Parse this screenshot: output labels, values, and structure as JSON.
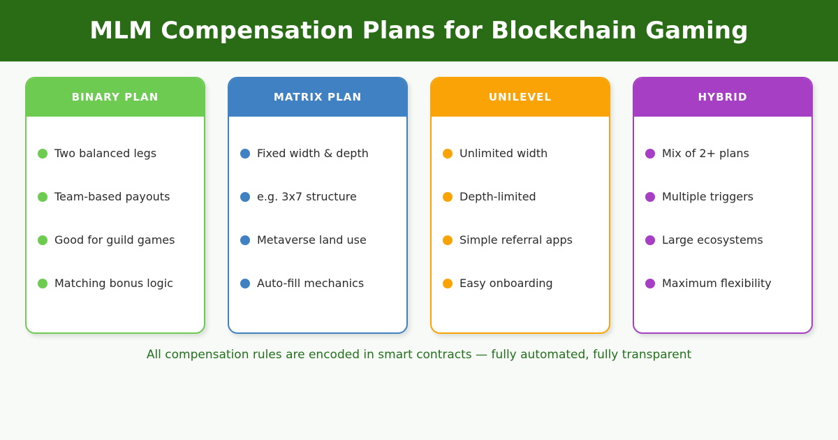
{
  "header": {
    "title": "MLM Compensation Plans for Blockchain Gaming",
    "background_color": "#2a6b16",
    "text_color": "#ffffff"
  },
  "page": {
    "background_color": "#f8faf7"
  },
  "cards": [
    {
      "title": "BINARY PLAN",
      "accent_color": "#6ecb52",
      "items": [
        "Two balanced legs",
        "Team-based payouts",
        "Good for guild games",
        "Matching bonus logic"
      ]
    },
    {
      "title": "MATRIX PLAN",
      "accent_color": "#4081c4",
      "items": [
        "Fixed width & depth",
        "e.g. 3x7 structure",
        "Metaverse land use",
        "Auto-fill mechanics"
      ]
    },
    {
      "title": "UNILEVEL",
      "accent_color": "#faa307",
      "items": [
        "Unlimited width",
        "Depth-limited",
        "Simple referral apps",
        "Easy onboarding"
      ]
    },
    {
      "title": "HYBRID",
      "accent_color": "#a63fc4",
      "items": [
        "Mix of 2+ plans",
        "Multiple triggers",
        "Large ecosystems",
        "Maximum flexibility"
      ]
    }
  ],
  "caption": {
    "text": "All compensation rules are encoded in smart contracts — fully automated, fully transparent",
    "color": "#22701c"
  }
}
